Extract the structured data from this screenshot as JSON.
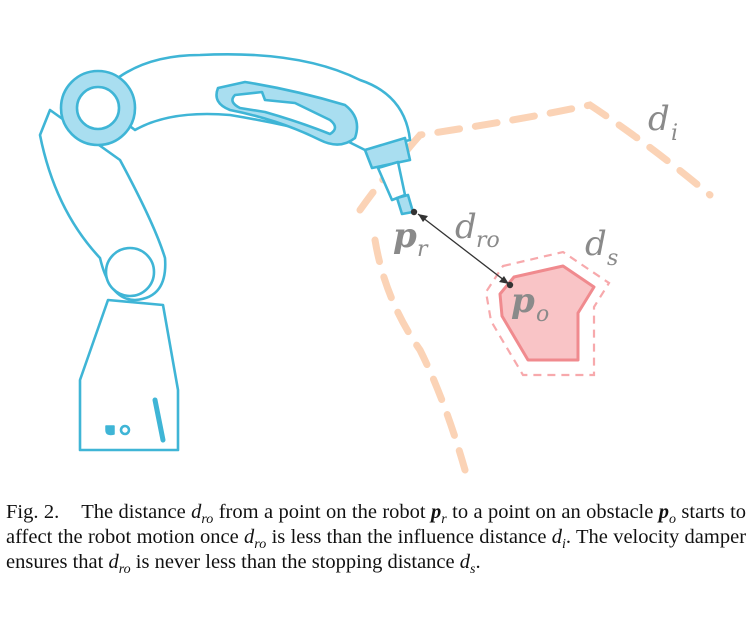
{
  "figure": {
    "labels": {
      "d_i_main": "d",
      "d_i_sub": "i",
      "d_ro_main": "d",
      "d_ro_sub": "ro",
      "d_s_main": "d",
      "d_s_sub": "s",
      "p_r_main": "p",
      "p_r_sub": "r",
      "p_o_main": "p",
      "p_o_sub": "o"
    },
    "colors": {
      "robot_stroke": "#3fb5d6",
      "robot_fill": "#a9def0",
      "influence_dash": "#fbd3b6",
      "obstacle_fill": "#f9c4c6",
      "obstacle_stroke": "#f08a8e",
      "label_gray": "#8a8a8a"
    }
  },
  "caption": {
    "prefix": "Fig. 2.",
    "t1": "The distance",
    "d": "d",
    "ro": "ro",
    "t2": "from a point on the robot",
    "p": "p",
    "r": "r",
    "t3": "to a point on an obstacle",
    "o": "o",
    "t4": "starts to affect the robot motion once",
    "t5": "is less than the influence distance",
    "i": "i",
    "t6": ". The velocity damper ensures that",
    "t7": "is never less than the stopping distance",
    "s": "s",
    "t8": "."
  }
}
